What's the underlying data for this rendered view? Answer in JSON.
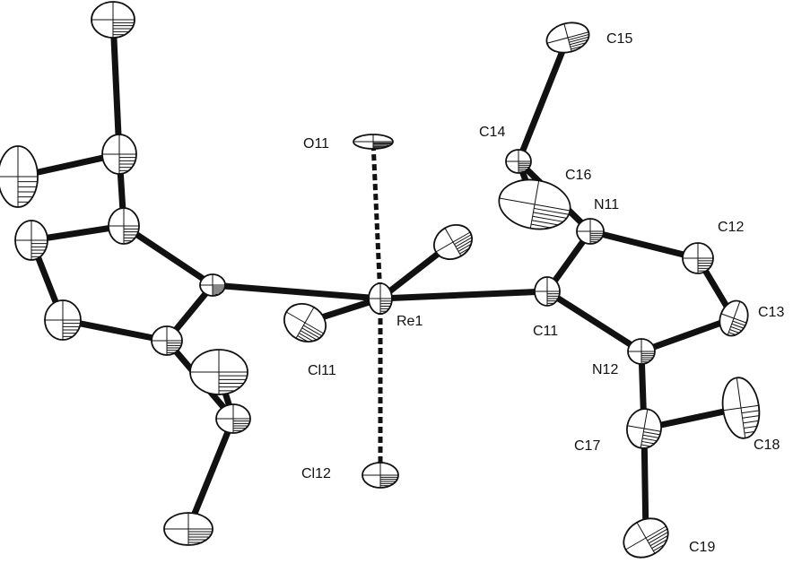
{
  "labels": {
    "C15": "C15",
    "C14": "C14",
    "C16": "C16",
    "O11": "O11",
    "N11": "N11",
    "C12": "C12",
    "C13": "C13",
    "Re1": "Re1",
    "C11": "C11",
    "N12": "N12",
    "Cl11": "Cl11",
    "Cl12": "Cl12",
    "C17": "C17",
    "C18": "C18",
    "C19": "C19"
  }
}
